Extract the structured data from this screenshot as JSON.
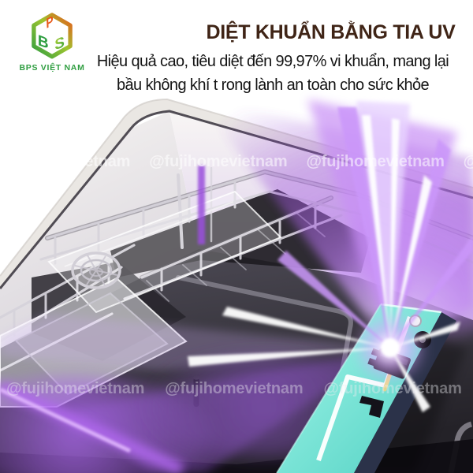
{
  "header": {
    "logo": {
      "brand": "BPS VIỆT NAM",
      "cube_letters": {
        "top": "P",
        "left": "B",
        "right": "S"
      }
    },
    "title": "DIỆT KHUẨN BẰNG TIA UV",
    "subtitle": [
      "Hiệu quả cao, tiêu diệt đến 99,97% vi khuẩn, mang lại",
      "bầu không khí t rong lành an toàn cho sức khỏe"
    ]
  },
  "watermark": {
    "handle": "@fujihomevietnam"
  },
  "scene": {
    "colors": {
      "title_text": "#3f2416",
      "subtitle_text": "#141414",
      "logo_green": "#2f9e41",
      "logo_orange": "#ef6a1e",
      "uv_glow": "#a55ce0",
      "uv_core": "#ffffff",
      "pcb_teal": "#6fe0d2",
      "pcb_side": "#2b3249",
      "casing": "#ece9e5",
      "chamber_floor": "#35333a",
      "watermark_text": "rgba(255,255,255,0.45)"
    }
  }
}
